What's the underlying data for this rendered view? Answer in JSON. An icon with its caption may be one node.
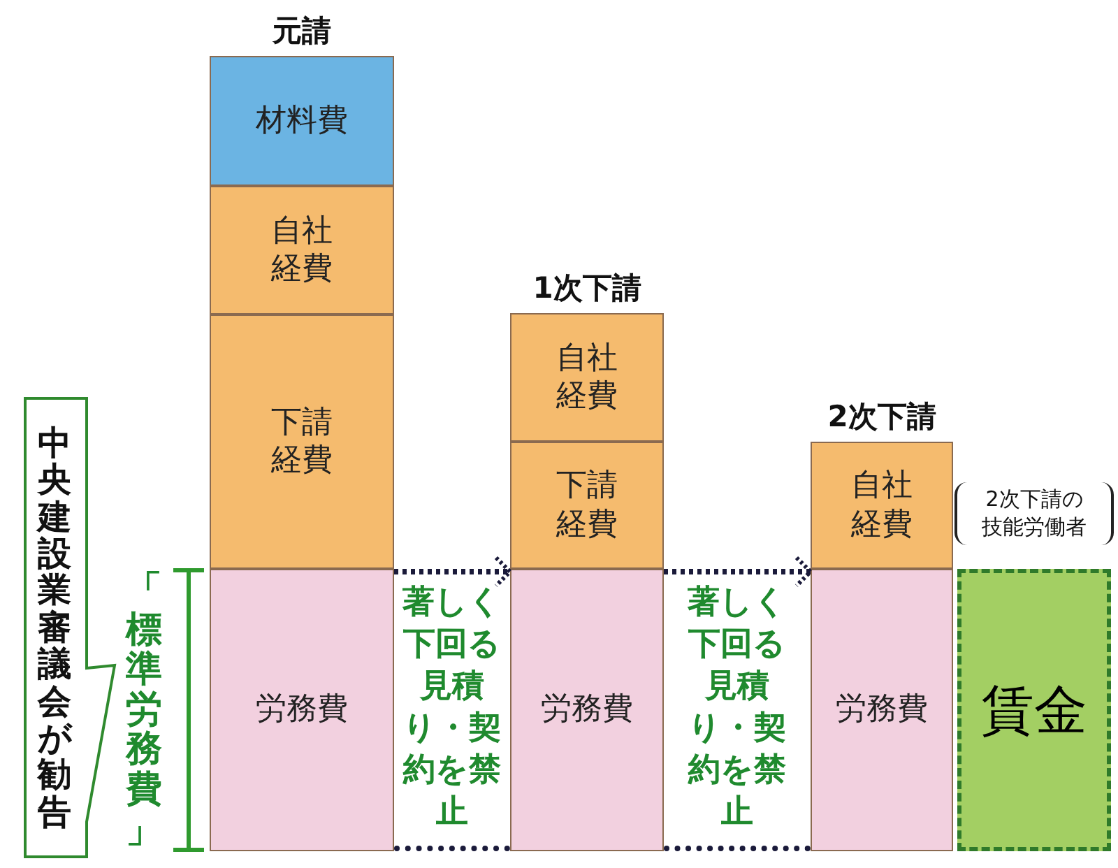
{
  "diagram": {
    "nodes": [
      {
        "text": [
          "材料費"
        ],
        "beside": [
          "元請"
        ]
      },
      {
        "text": [
          "自社経費"
        ]
      },
      {
        "text": [
          "下請経費"
        ]
      },
      {
        "text": [
          "労務費"
        ]
      },
      {
        "text": [
          "自社経費"
        ],
        "beside": [
          "1次下請"
        ]
      },
      {
        "text": [
          "下請経費"
        ]
      },
      {
        "text": [
          "労務費"
        ]
      },
      {
        "text": [
          "自社経費"
        ],
        "beside": [
          "2次下請"
        ]
      },
      {
        "text": [
          "労務費"
        ]
      },
      {
        "text": [
          "賃金"
        ],
        "beside": [
          "2次下請の技能労働者"
        ]
      },
      {
        "text": [
          "中央建設業審議会が勧告"
        ]
      },
      {
        "text": [
          "著しく下回る見積り・契約を禁止"
        ]
      },
      {
        "text": [
          "著しく下回る見積り・契約を禁止"
        ]
      }
    ],
    "edges": [
      {
        "from": 3,
        "to": 6,
        "arrow": "to",
        "style": "dashed"
      },
      {
        "from": 6,
        "to": 8,
        "arrow": "to",
        "style": "dashed"
      }
    ],
    "labels": [
      "「標準労務費」"
    ]
  }
}
